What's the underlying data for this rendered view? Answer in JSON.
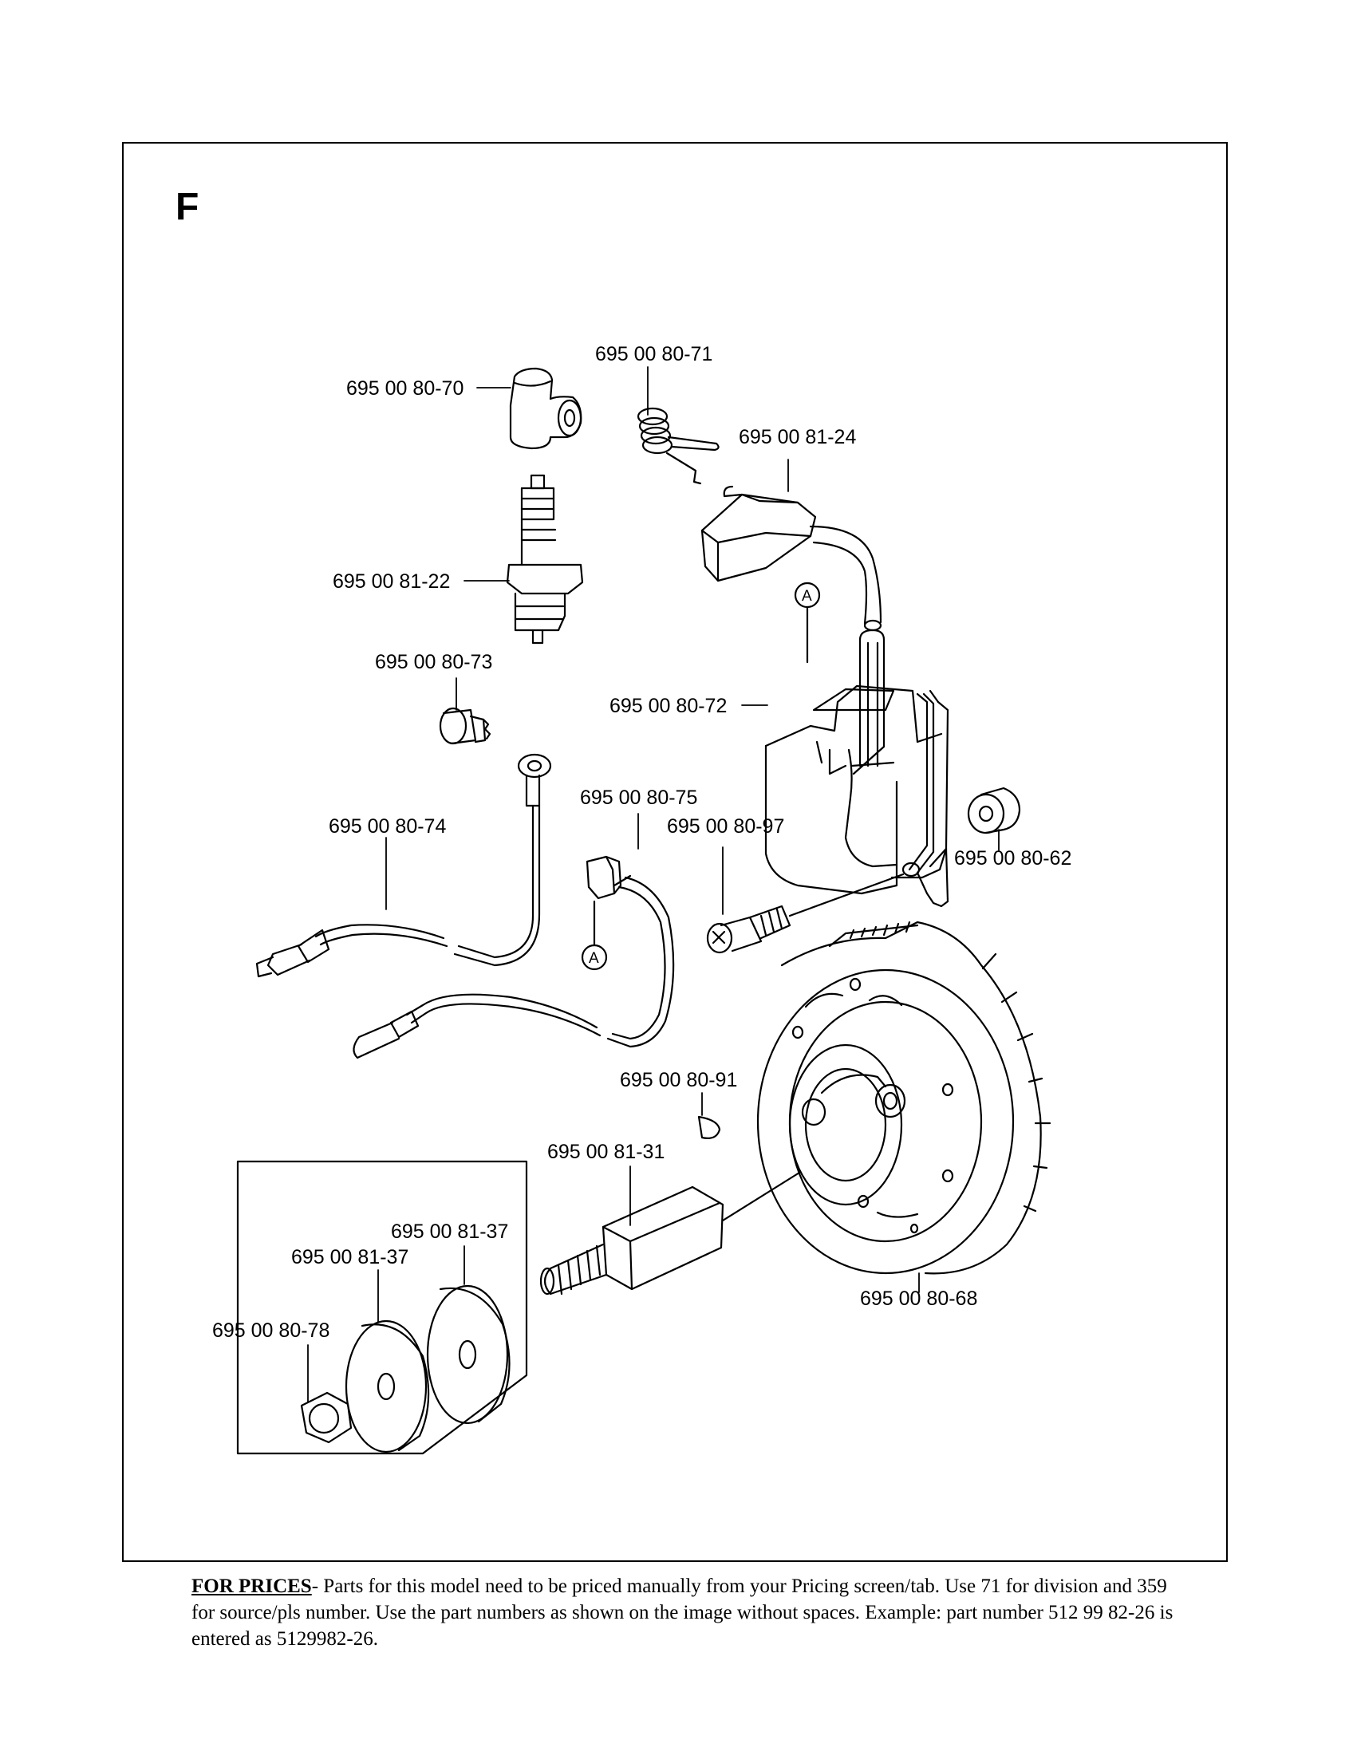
{
  "section_letter": "F",
  "parts": {
    "boot": "695 00 80-70",
    "spring": "695 00 80-71",
    "ignition_lead": "695 00 81-24",
    "spark_plug": "695 00 81-22",
    "ground_screw": "695 00 80-73",
    "ignition_coil": "695 00 80-72",
    "stop_wire_connector": "695 00 80-75",
    "stop_wire": "695 00 80-74",
    "coil_screw": "695 00 80-97",
    "spacer": "695 00 80-62",
    "key": "695 00 80-91",
    "flywheel": "695 00 80-68",
    "shaft": "695 00 81-31",
    "washer_outer": "695 00 81-37",
    "washer_inner": "695 00 81-37",
    "nut": "695 00 80-78"
  },
  "connector_ref": "A",
  "note": {
    "heading": "FOR PRICES",
    "body": "- Parts for this model need to be priced manually from your Pricing screen/tab. Use 71 for division and 359 for source/pls number.  Use the part numbers as shown on the image without spaces.  Example: part number 512 99 82-26 is entered as 5129982-26."
  }
}
